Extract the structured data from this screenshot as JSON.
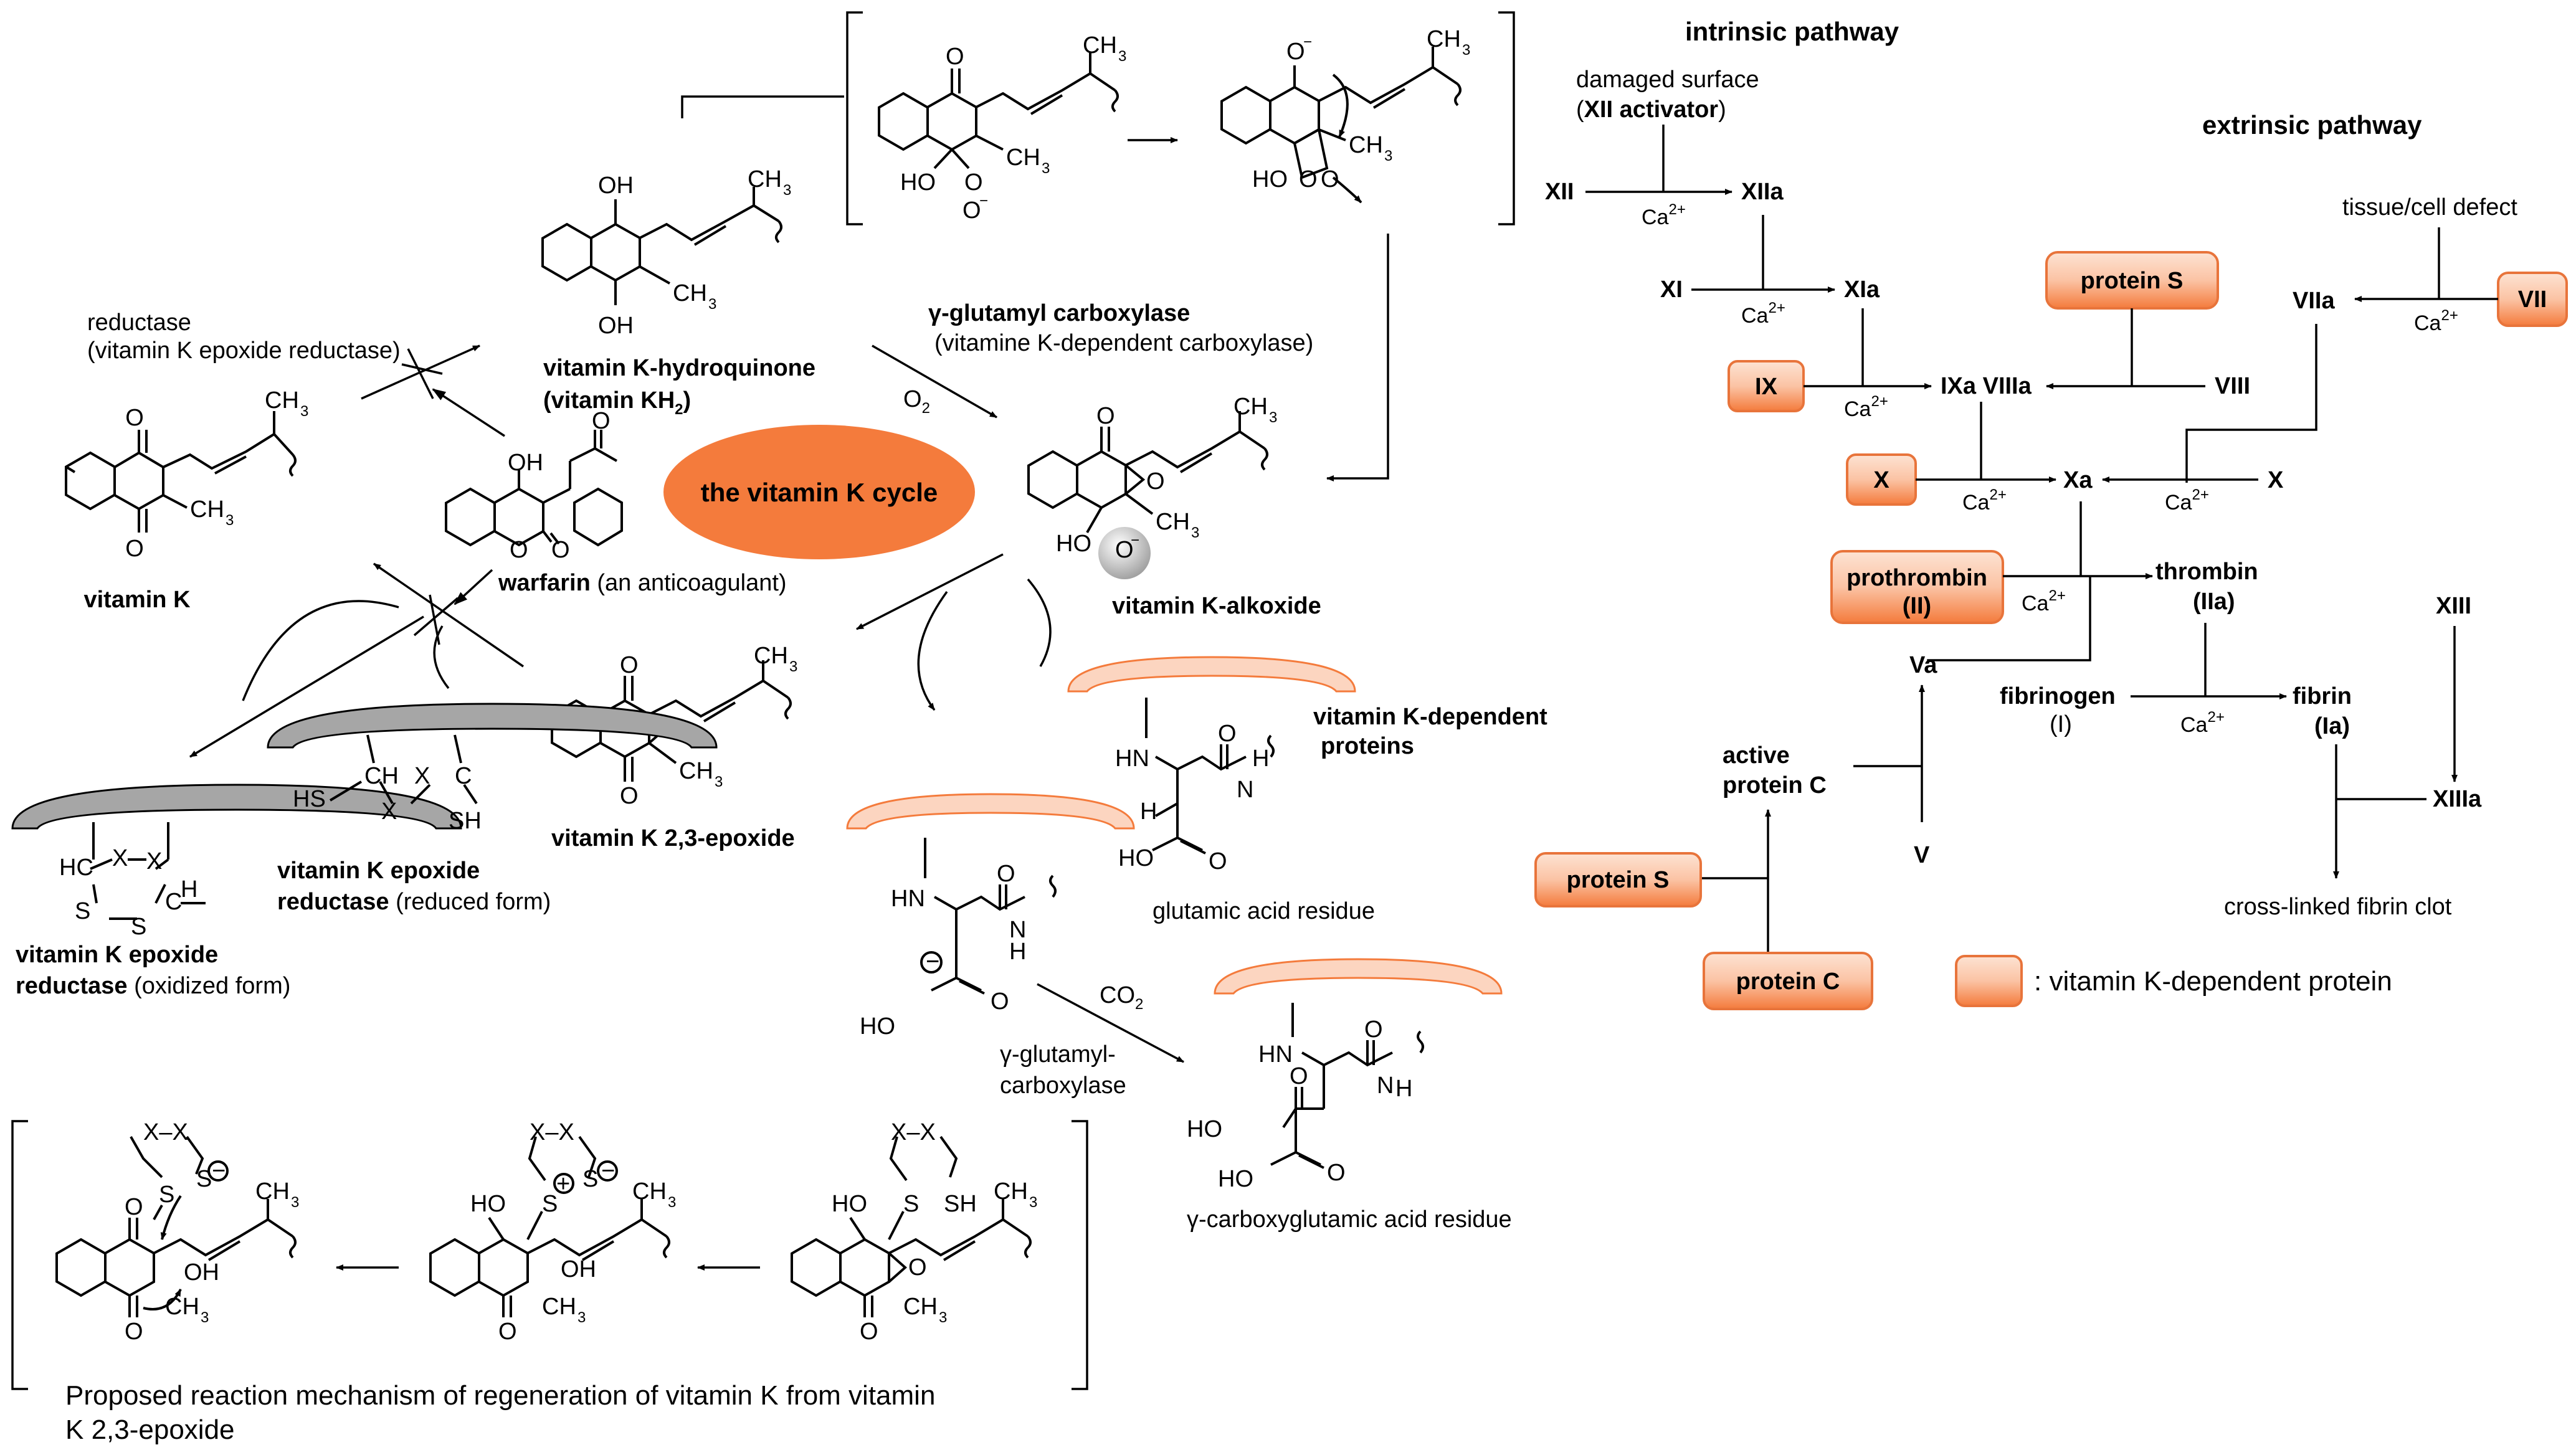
{
  "colors": {
    "accent_orange": "#f47b3c",
    "protein_fill_light": "#fcd5c0",
    "box_border": "#e8743b",
    "enzyme_gray": "#a6a6a6"
  },
  "cycle": {
    "center_label": "the vitamin K cycle",
    "vitamin_k": "vitamin K",
    "hydroquinone_l1": "vitamin K-hydroquinone",
    "hydroquinone_l2": "(vitamin KH",
    "hydroquinone_sub": "2",
    "hydroquinone_close": ")",
    "alkoxide": "vitamin K-alkoxide",
    "epoxide": "vitamin K 2,3-epoxide",
    "reductase_l1": "reductase",
    "reductase_l2": "(vitamin K epoxide reductase)",
    "carboxylase_l1": "γ-glutamyl carboxylase",
    "carboxylase_l2": "(vitamine K-dependent carboxylase)",
    "o2": "O",
    "o2_sub": "2",
    "warfarin_bold": "warfarin",
    "warfarin_rest": " (an anticoagulant)",
    "vkor_ox_l1": "vitamin K epoxide",
    "vkor_ox_l2_bold": "reductase",
    "vkor_ox_l2_rest": " (oxidized form)",
    "vkor_red_l1": "vitamin K epoxide",
    "vkor_red_l2_bold": "reductase",
    "vkor_red_l2_rest": " (reduced form)",
    "vk_dep_proteins_l1": "vitamin K-dependent",
    "vk_dep_proteins_l2": "proteins",
    "glutamic_residue": "glutamic acid residue",
    "gla_residue": "γ-carboxyglutamic acid residue",
    "co2": "CO",
    "co2_sub": "2",
    "gamma_carbox_l1": "γ-glutamyl-",
    "gamma_carbox_l2": "carboxylase",
    "mechanism_l1": "Proposed reaction mechanism of regeneration of vitamin K from vitamin",
    "mechanism_l2": "K 2,3-epoxide"
  },
  "atoms": {
    "oh": "OH",
    "o": "O",
    "ho": "HO",
    "ch3": "CH",
    "ch3_sub": "3",
    "hn": "HN",
    "nh": "N",
    "h": "H",
    "sh": "SH",
    "hs": "HS",
    "s": "S",
    "x": "X",
    "xx": "X–X",
    "hc": "HC",
    "ch": "CH",
    "c": "C",
    "h_atom": "H",
    "cooh_ho": "HO",
    "minus": "−",
    "plus": "+",
    "o_minus": "O",
    "ominus_sup": "−"
  },
  "coagulation": {
    "intrinsic_title": "intrinsic pathway",
    "extrinsic_title": "extrinsic pathway",
    "damaged_l1": "damaged surface",
    "damaged_open": "(",
    "damaged_bold": "XII activator",
    "damaged_close": ")",
    "tissue_defect": "tissue/cell defect",
    "ca": "Ca",
    "ca_sup": "2+",
    "XII": "XII",
    "XIIa": "XIIa",
    "XI": "XI",
    "XIa": "XIa",
    "IX": "IX",
    "IXa_VIIIa": "IXa VIIIa",
    "VIII": "VIII",
    "VII": "VII",
    "VIIa": "VIIa",
    "X_box": "X",
    "Xa": "Xa",
    "X": "X",
    "protein_s_top": "protein S",
    "prothrombin": "prothrombin",
    "prothrombin_roman": "(II)",
    "thrombin": "thrombin",
    "thrombin_open": "(",
    "thrombin_roman": "IIa",
    "thrombin_close": ")",
    "Va": "Va",
    "V": "V",
    "fibrinogen": "fibrinogen",
    "fibrinogen_roman": "(I)",
    "fibrin": "fibrin",
    "fibrin_open": "(",
    "fibrin_roman": "Ia",
    "fibrin_close": ")",
    "XIII": "XIII",
    "XIIIa": "XIIIa",
    "clot": "cross-linked fibrin clot",
    "active_pc_l1": "active",
    "active_pc_l2": "protein C",
    "protein_s_bottom": "protein S",
    "protein_c": "protein C",
    "legend": ": vitamin K-dependent protein"
  }
}
